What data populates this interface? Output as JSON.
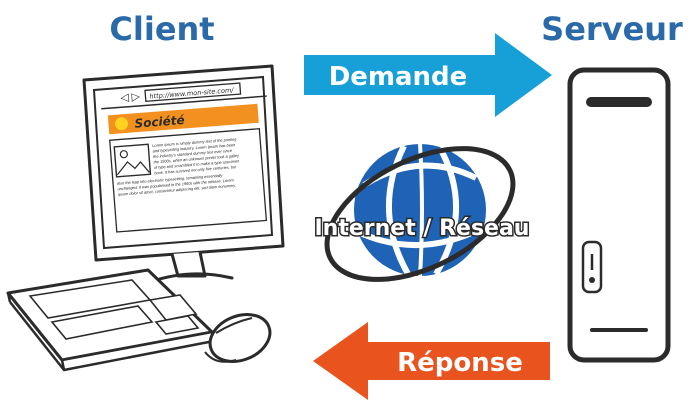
{
  "labels": {
    "client": "Client",
    "server": "Serveur",
    "request": "Demande",
    "response": "Réponse",
    "network": "Internet / Réseau"
  },
  "browser": {
    "url": "http://www.mon-site.com/",
    "company": "Société",
    "lorem_top": [
      "Lorem ipsum is simply dummy text of the printing",
      "and typesetting industry. Lorem Ipsum has been",
      "the industry's standard dummy text ever since",
      "the 1500s, when an unknown printer took a galley",
      "of type and scrambled it to make a type specimen",
      "book. It has survived not only five centuries, but"
    ],
    "lorem_bottom": [
      "also the leap into electronic typesetting, remaining essentially",
      "unchanged. It was popularised in the 1960s with the release. Lorem",
      "ipsum dolor sit amet, consectetur adipiscing elit, sed diam nonummy."
    ]
  },
  "colors": {
    "heading": "#2b6aa9",
    "request_arrow": "#17a0d8",
    "response_arrow": "#e8531e",
    "globe": "#1e63b6",
    "company_bar": "#f29120",
    "outline": "#2b2b2b"
  },
  "icons": [
    "browser-back-icon",
    "browser-forward-icon",
    "image-placeholder-icon",
    "globe-icon",
    "server-tower-icon",
    "keyboard-icon",
    "mouse-icon"
  ]
}
